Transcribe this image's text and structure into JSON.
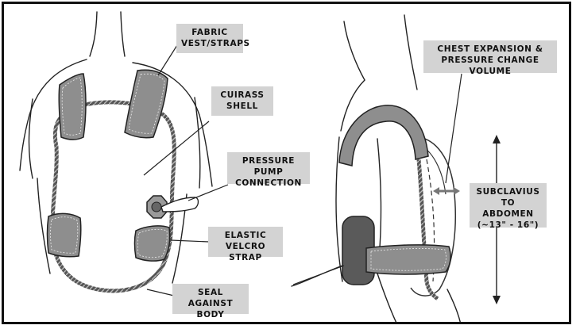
{
  "labels": {
    "fabric_vest": "FABRIC\nVEST/STRAPS",
    "cuirass_shell": "CUIRASS\nSHELL",
    "pressure_pump": "PRESSURE PUMP\nCONNECTION",
    "elastic_strap": "ELASTIC\nVELCRO STRAP",
    "seal_body": "SEAL AGAINST\nBODY",
    "chest_expansion": "CHEST EXPANSION &\nPRESSURE CHANGE VOLUME",
    "subclavius": "SUBCLAVIUS\nTO ABDOMEN\n(~13\" - 16\")"
  },
  "colors": {
    "label_bg": "#d3d3d3",
    "strap_fill": "#8e8e8e",
    "shell_edge": "#444444",
    "outline": "#222222"
  }
}
